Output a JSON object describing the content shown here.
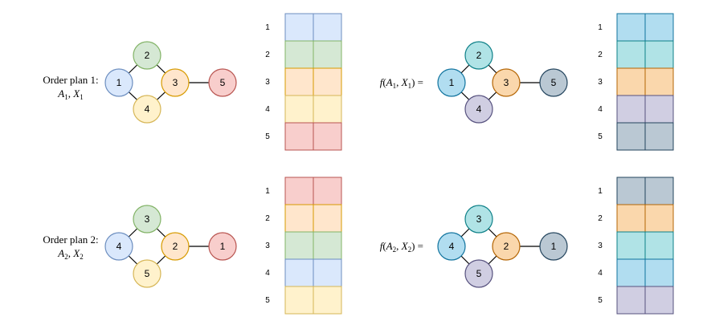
{
  "palette": {
    "blue": {
      "fill": "#dae8fc",
      "stroke": "#6c8ebf"
    },
    "green": {
      "fill": "#d5e8d4",
      "stroke": "#82b366"
    },
    "orange": {
      "fill": "#ffe6cc",
      "stroke": "#d79b00"
    },
    "yellow": {
      "fill": "#fff2cc",
      "stroke": "#d6b656"
    },
    "red": {
      "fill": "#f8cecc",
      "stroke": "#b85450"
    },
    "cyan": {
      "fill": "#b1ddf0",
      "stroke": "#10739e"
    },
    "teal": {
      "fill": "#b0e3e6",
      "stroke": "#0e8088"
    },
    "peach": {
      "fill": "#fad7ac",
      "stroke": "#b46504"
    },
    "purple": {
      "fill": "#d0cee2",
      "stroke": "#56517e"
    },
    "slate": {
      "fill": "#bac8d3",
      "stroke": "#23445d"
    }
  },
  "panels": [
    {
      "id": "plan1",
      "caption_line1": "Order plan 1:",
      "caption_var_a": "A",
      "caption_sub_a": "1",
      "caption_sep": ", ",
      "caption_var_x": "X",
      "caption_sub_x": "1",
      "nodes": [
        {
          "label": "1",
          "color": "blue"
        },
        {
          "label": "2",
          "color": "green"
        },
        {
          "label": "3",
          "color": "orange"
        },
        {
          "label": "4",
          "color": "yellow"
        },
        {
          "label": "5",
          "color": "red"
        }
      ],
      "rows": [
        {
          "label": "1",
          "color": "blue"
        },
        {
          "label": "2",
          "color": "green"
        },
        {
          "label": "3",
          "color": "orange"
        },
        {
          "label": "4",
          "color": "yellow"
        },
        {
          "label": "5",
          "color": "red"
        }
      ]
    },
    {
      "id": "fplan1",
      "f_name": "f",
      "caption_var_a": "A",
      "caption_sub_a": "1",
      "caption_sep": ", ",
      "caption_var_x": "X",
      "caption_sub_x": "1",
      "eq": "=",
      "nodes": [
        {
          "label": "1",
          "color": "cyan"
        },
        {
          "label": "2",
          "color": "teal"
        },
        {
          "label": "3",
          "color": "peach"
        },
        {
          "label": "4",
          "color": "purple"
        },
        {
          "label": "5",
          "color": "slate"
        }
      ],
      "rows": [
        {
          "label": "1",
          "color": "cyan"
        },
        {
          "label": "2",
          "color": "teal"
        },
        {
          "label": "3",
          "color": "peach"
        },
        {
          "label": "4",
          "color": "purple"
        },
        {
          "label": "5",
          "color": "slate"
        }
      ]
    },
    {
      "id": "plan2",
      "caption_line1": "Order plan 2:",
      "caption_var_a": "A",
      "caption_sub_a": "2",
      "caption_sep": ", ",
      "caption_var_x": "X",
      "caption_sub_x": "2",
      "nodes": [
        {
          "label": "4",
          "color": "blue"
        },
        {
          "label": "3",
          "color": "green"
        },
        {
          "label": "2",
          "color": "orange"
        },
        {
          "label": "5",
          "color": "yellow"
        },
        {
          "label": "1",
          "color": "red"
        }
      ],
      "rows": [
        {
          "label": "1",
          "color": "red"
        },
        {
          "label": "2",
          "color": "orange"
        },
        {
          "label": "3",
          "color": "green"
        },
        {
          "label": "4",
          "color": "blue"
        },
        {
          "label": "5",
          "color": "yellow"
        }
      ]
    },
    {
      "id": "fplan2",
      "f_name": "f",
      "caption_var_a": "A",
      "caption_sub_a": "2",
      "caption_sep": ", ",
      "caption_var_x": "X",
      "caption_sub_x": "2",
      "eq": "=",
      "nodes": [
        {
          "label": "4",
          "color": "cyan"
        },
        {
          "label": "3",
          "color": "teal"
        },
        {
          "label": "2",
          "color": "peach"
        },
        {
          "label": "5",
          "color": "purple"
        },
        {
          "label": "1",
          "color": "slate"
        }
      ],
      "rows": [
        {
          "label": "1",
          "color": "slate"
        },
        {
          "label": "2",
          "color": "peach"
        },
        {
          "label": "3",
          "color": "teal"
        },
        {
          "label": "4",
          "color": "cyan"
        },
        {
          "label": "5",
          "color": "purple"
        }
      ]
    }
  ]
}
